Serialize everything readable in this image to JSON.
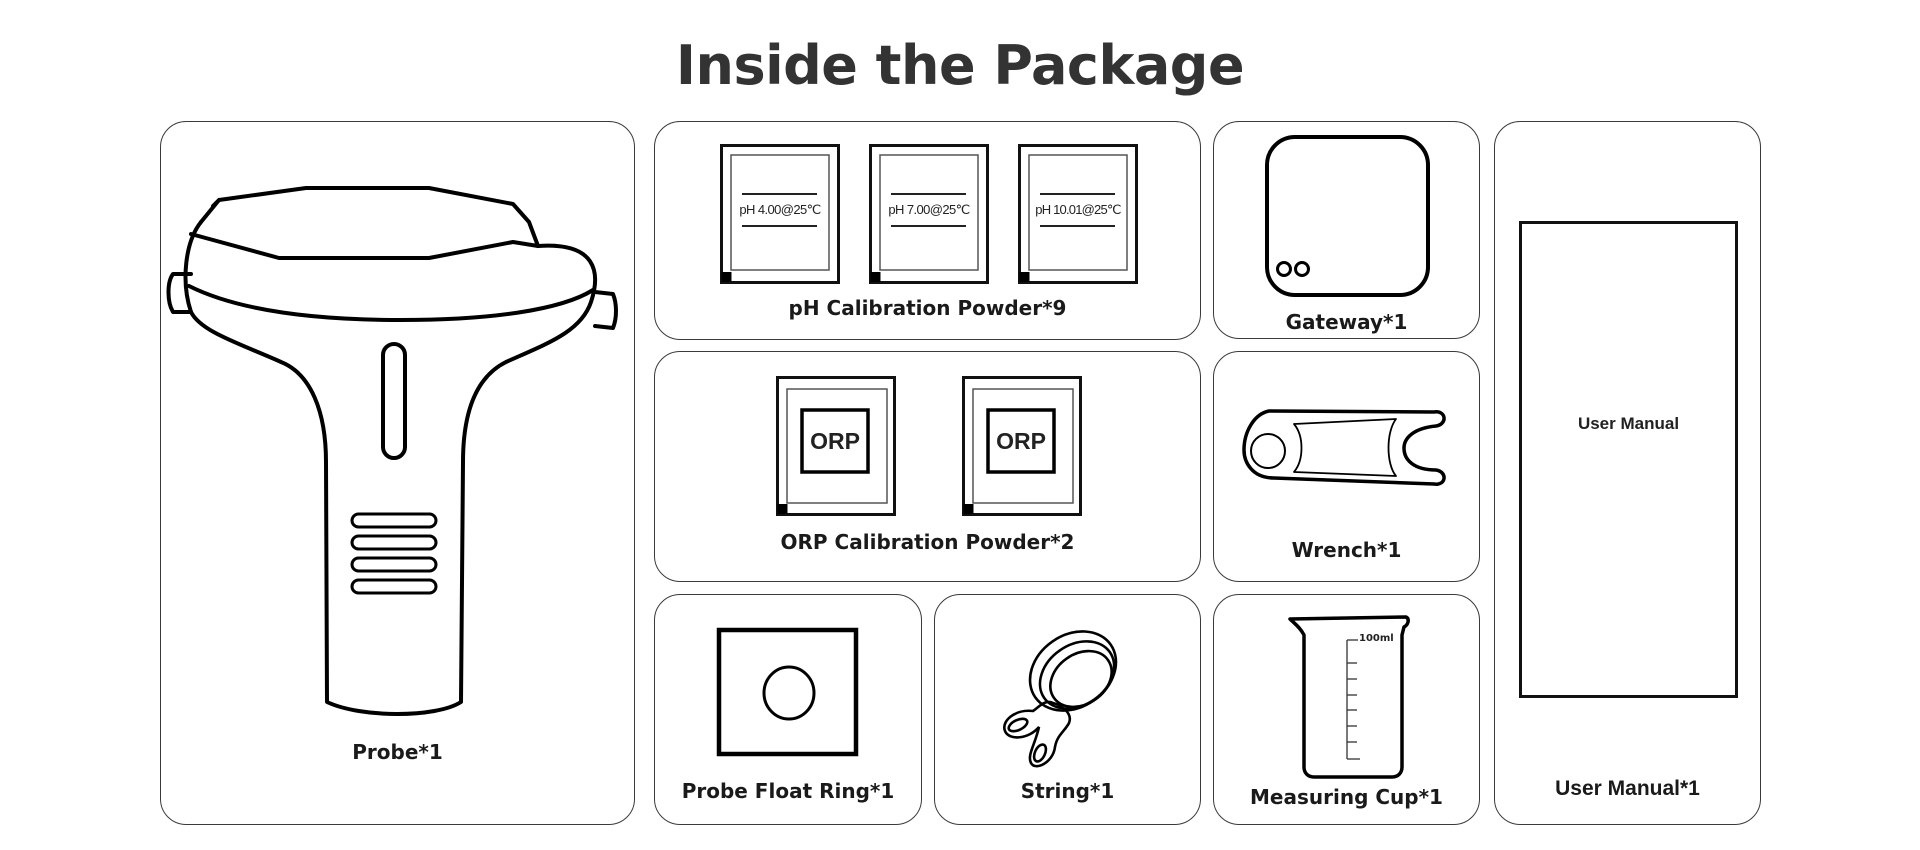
{
  "page": {
    "title": "Inside the Package"
  },
  "items": {
    "probe": {
      "label": "Probe*1"
    },
    "ph_powder": {
      "label": "pH Calibration Powder*9",
      "packets": [
        "pH 4.00@25℃",
        "pH 7.00@25℃",
        "pH 10.01@25℃"
      ]
    },
    "gateway": {
      "label": "Gateway*1"
    },
    "orp_powder": {
      "label": "ORP Calibration Powder*2",
      "packets": [
        "ORP",
        "ORP"
      ]
    },
    "wrench": {
      "label": "Wrench*1"
    },
    "float_ring": {
      "label": "Probe Float Ring*1"
    },
    "string": {
      "label": "String*1"
    },
    "measuring_cup": {
      "label": "Measuring Cup*1",
      "capacity_mark": "100ml"
    },
    "user_manual": {
      "label": "User Manual*1",
      "cover_text": "User Manual"
    }
  }
}
